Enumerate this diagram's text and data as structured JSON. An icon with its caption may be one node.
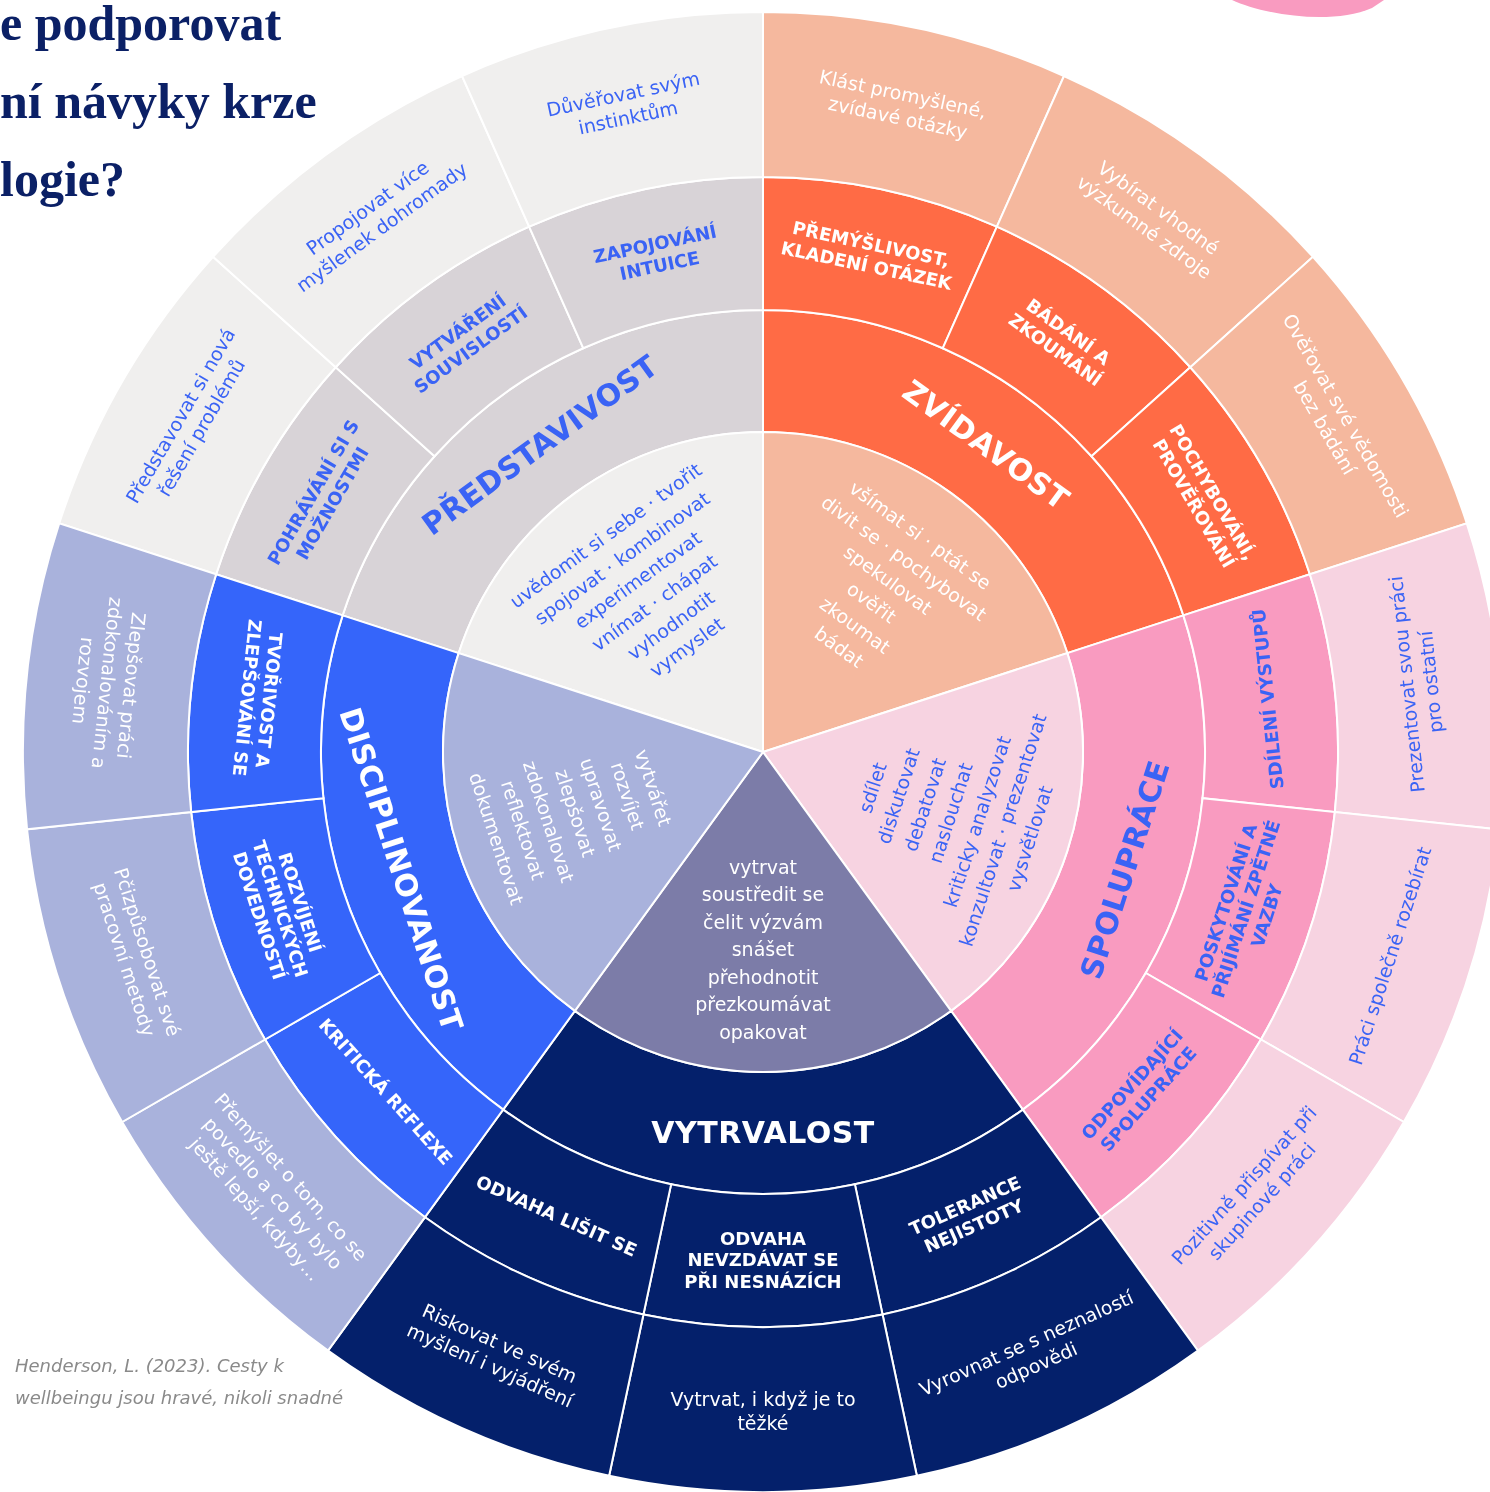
{
  "diagram": {
    "title": "e podporovat ní návyky krze logie?",
    "caption": "Henderson, L. (2023). Cesty k wellbeingu jsou hravé, nikoli snadné",
    "nodes": [
      {
        "text": [
          "PŘEDSTAVIVOST"
        ]
      },
      {
        "text": [
          "uvědomit si sebe · tvořit",
          "spojovat · kombinovat",
          "experimentovat",
          "vnímat · chápat",
          "vyhodnotit",
          "vymyslet"
        ]
      },
      {
        "text": [
          "POHRÁVÁNÍ SI S MOŽNOSTMI"
        ]
      },
      {
        "text": [
          "Představovat si nová řešení problémů"
        ]
      },
      {
        "text": [
          "VYTVÁŘENÍ SOUVISLOSTÍ"
        ]
      },
      {
        "text": [
          "Propojovat více myšlenek dohromady"
        ]
      },
      {
        "text": [
          "ZAPOJOVÁNÍ INTUICE"
        ]
      },
      {
        "text": [
          "Důvěřovat svým instinktům"
        ]
      },
      {
        "text": [
          "ZVÍDAVOST"
        ]
      },
      {
        "text": [
          "všímat si · ptát se",
          "divit se · pochybovat",
          "spekulovat",
          "ověřit",
          "zkoumat",
          "bádat"
        ]
      },
      {
        "text": [
          "PŘEMÝŠLIVOST, KLADENÍ OTÁZEK"
        ]
      },
      {
        "text": [
          "Klást promyšlené, zvídavé otázky"
        ]
      },
      {
        "text": [
          "BÁDÁNÍ A ZKOUMÁNÍ"
        ]
      },
      {
        "text": [
          "Vybírat vhodné výzkumné zdroje"
        ]
      },
      {
        "text": [
          "POCHYBOVÁNÍ, PROVĚŘOVÁNÍ"
        ]
      },
      {
        "text": [
          "Ověřovat své vědomosti bez bádání"
        ]
      },
      {
        "text": [
          "SPOLUPRÁCE"
        ]
      },
      {
        "text": [
          "sdílet",
          "diskutovat",
          "debatovat",
          "naslouchat",
          "kriticky analyzovat",
          "konzultovat · prezentovat",
          "vysvětlovat"
        ]
      },
      {
        "text": [
          "SDÍLENÍ VÝSTUPŮ"
        ]
      },
      {
        "text": [
          "Prezentovat svou práci pro ostatní"
        ]
      },
      {
        "text": [
          "POSKYTOVÁNÍ A PŘIJÍMÁNÍ ZPĚTNÉ VAZBY"
        ]
      },
      {
        "text": [
          "Práci společně rozebírat"
        ]
      },
      {
        "text": [
          "ODPOVÍDAJÍCÍ SPOLUPRÁCE"
        ]
      },
      {
        "text": [
          "Pozitivně přispívat při skupinové práci"
        ]
      },
      {
        "text": [
          "VYTRVALOST"
        ]
      },
      {
        "text": [
          "vytrvat",
          "soustředit se",
          "čelit výzvám",
          "snášet",
          "přehodnotit",
          "přezkoumávat",
          "opakovat"
        ]
      },
      {
        "text": [
          "TOLERANCE NEJISTOTY"
        ]
      },
      {
        "text": [
          "Vyrovnat se s neznalostí odpovědi"
        ]
      },
      {
        "text": [
          "ODVAHA NEVZDÁVAT SE PŘI NESNÁZÍCH"
        ]
      },
      {
        "text": [
          "Vytrvat, i když je to těžké"
        ]
      },
      {
        "text": [
          "ODVAHA LIŠIT SE"
        ]
      },
      {
        "text": [
          "Riskovat ve svém myšlení i vyjádření"
        ]
      },
      {
        "text": [
          "DISCIPLINOVANOST"
        ]
      },
      {
        "text": [
          "vytvářet",
          "rozvíjet",
          "upravovat",
          "zlepšovat",
          "zdokonalovat",
          "reflektovat",
          "dokumentovat"
        ]
      },
      {
        "text": [
          "KRITICKÁ REFLEXE"
        ]
      },
      {
        "text": [
          "Přemýšlet o tom, co se povedlo a co by bylo ještě lepší, kdyby…"
        ]
      },
      {
        "text": [
          "ROZVÍJENÍ TECHNICKÝCH DOVEDNOSTÍ"
        ]
      },
      {
        "text": [
          "Pčizpůsobovat své pracovní metody"
        ]
      },
      {
        "text": [
          "TVOŘIVOST A ZLEPŠOVÁNÍ SE"
        ]
      },
      {
        "text": [
          "Zlepšovat práci zdokonalováním a rozvojem"
        ]
      }
    ]
  }
}
